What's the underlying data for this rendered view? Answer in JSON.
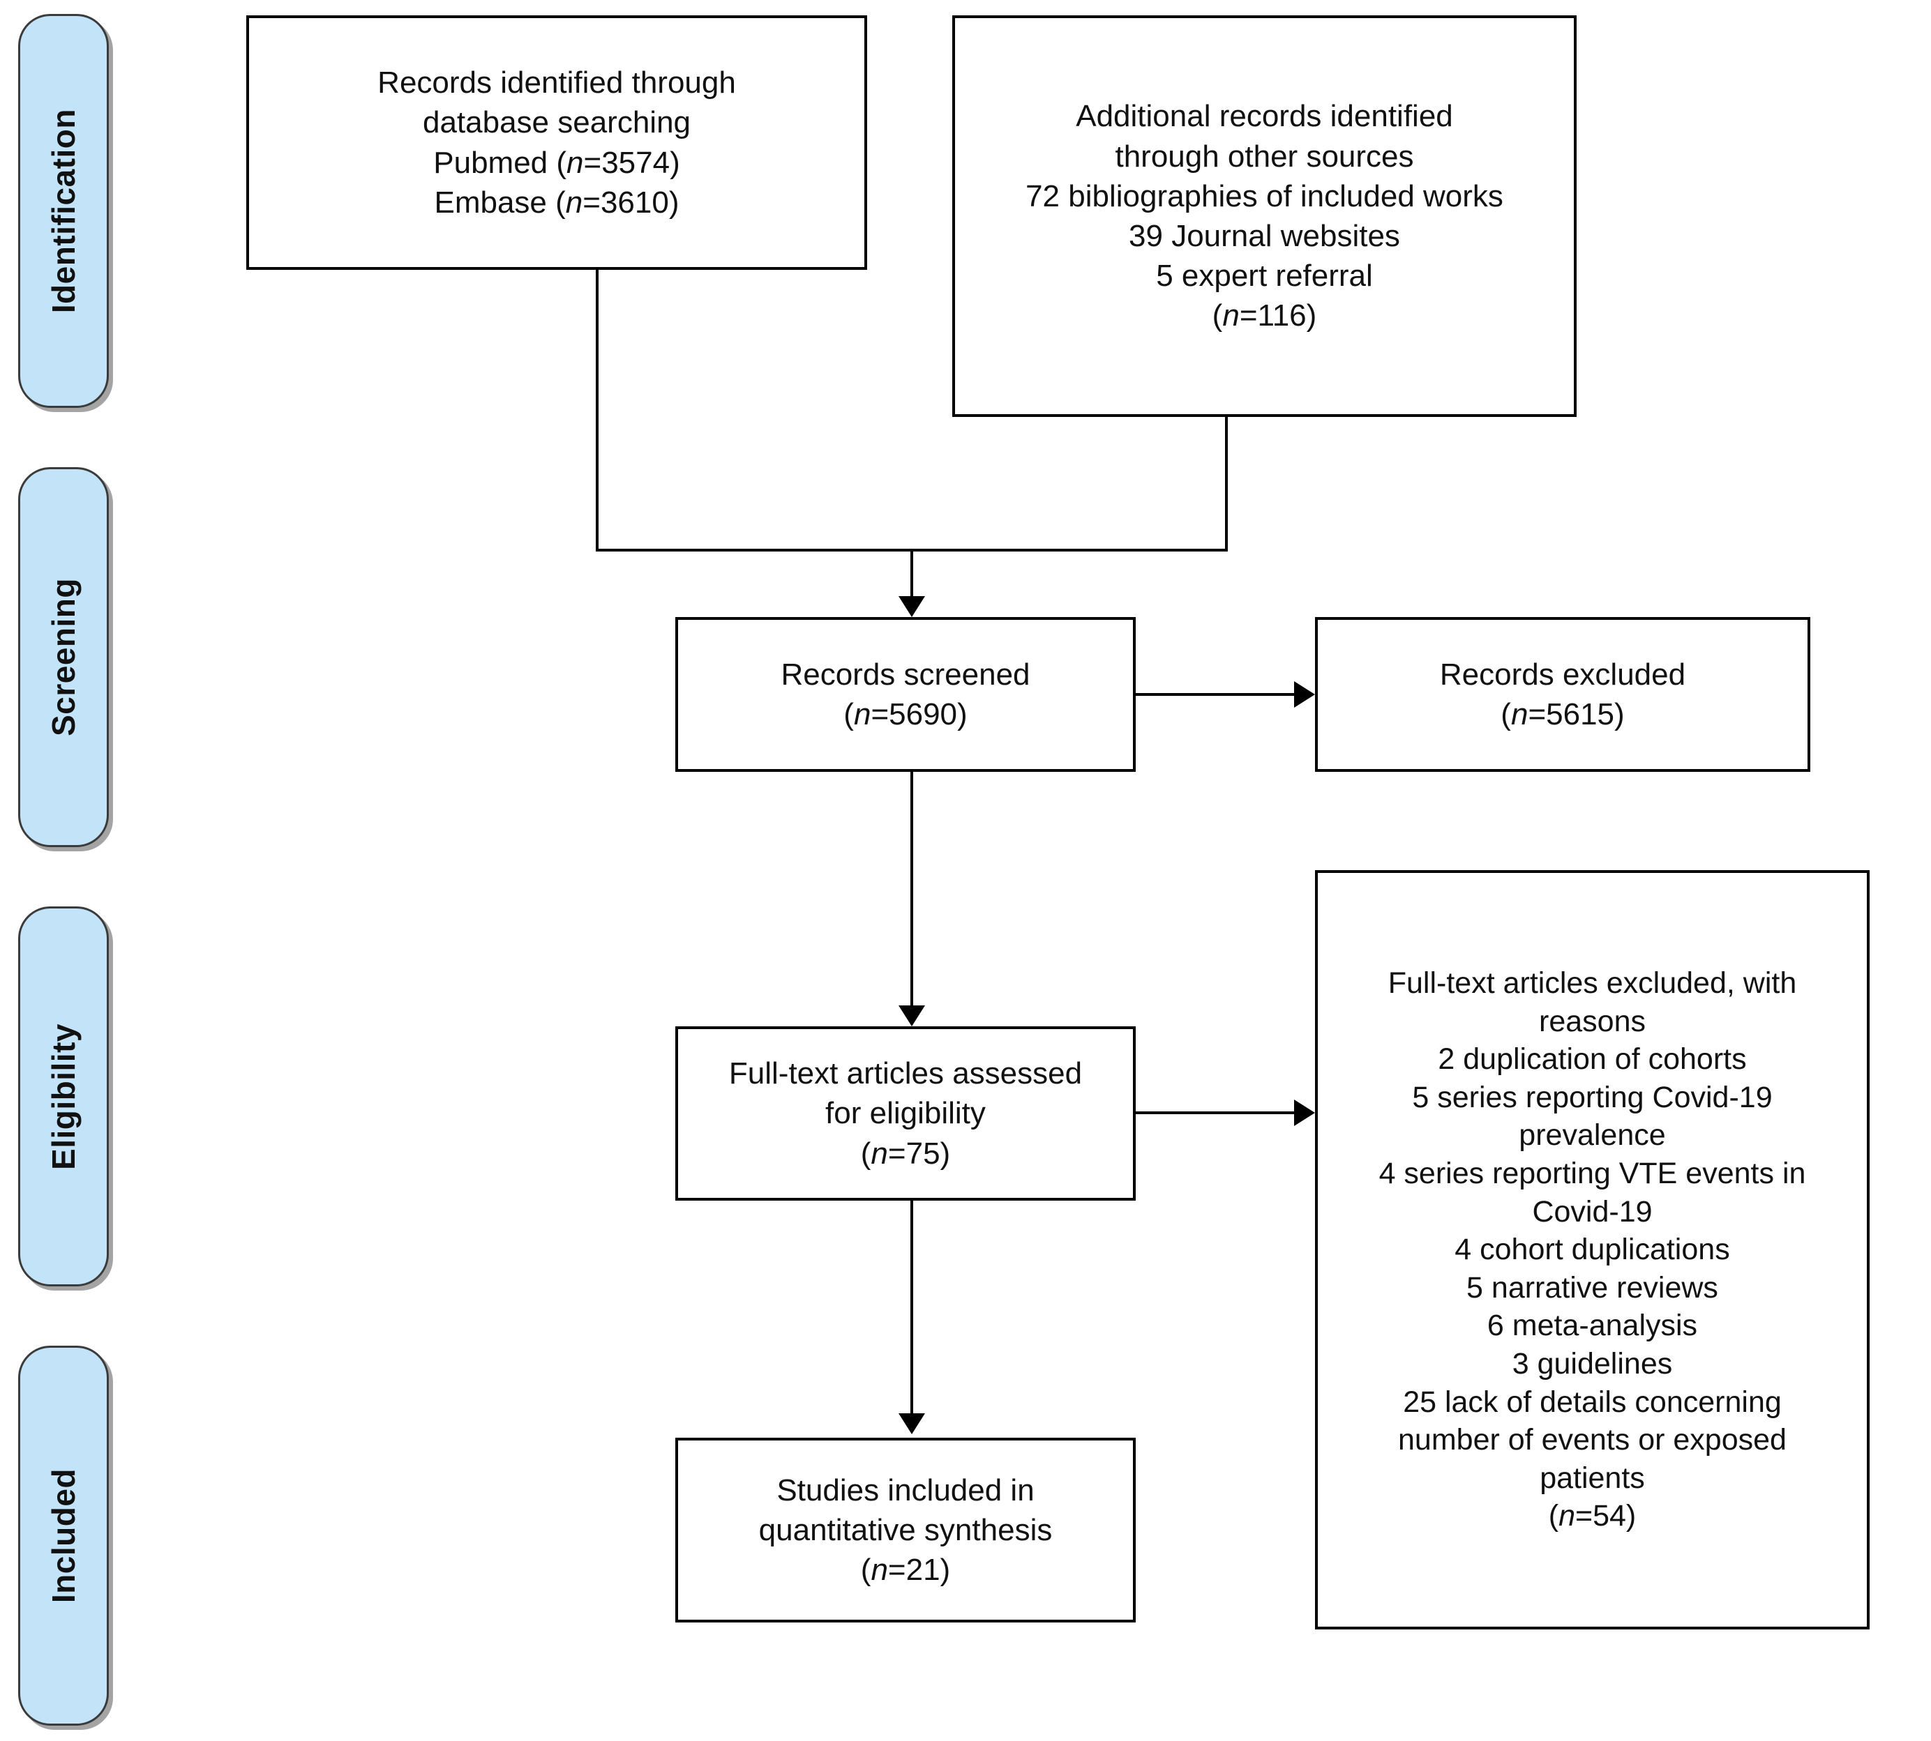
{
  "diagram": {
    "type": "prisma-flow-diagram",
    "title": "PRISMA flow diagram",
    "accent_color": "#c3e4f8",
    "line_color": "#000000",
    "text_color": "#111111",
    "background_color": "#ffffff"
  },
  "stages": [
    {
      "id": "identification",
      "label": "Identification"
    },
    {
      "id": "screening",
      "label": "Screening"
    },
    {
      "id": "eligibility",
      "label": "Eligibility"
    },
    {
      "id": "included",
      "label": "Included"
    }
  ],
  "boxes": {
    "database_search": {
      "id": "records-identified-database",
      "lines": [
        "Records identified through",
        "database searching",
        "Pubmed (n=3574)",
        "Embase (n=3610)"
      ],
      "text": "Records identified through\ndatabase searching\nPubmed (n=3574)\nEmbase (n=3610)",
      "counts": {
        "pubmed": 3574,
        "embase": 3610
      }
    },
    "other_sources": {
      "id": "additional-records-other-sources",
      "lines": [
        "Additional records identified",
        "through other sources",
        "72 bibliographies of included works",
        "39 Journal websites",
        "5 expert referral",
        "(n=116)"
      ],
      "text": "Additional records identified\nthrough other sources\n72 bibliographies of included works\n39 Journal websites\n5 expert referral\n(n=116)",
      "counts": {
        "bibliographies_of_included_works": 72,
        "journal_websites": 39,
        "expert_referral": 5,
        "total": 116
      }
    },
    "records_screened": {
      "id": "records-screened",
      "lines": [
        "Records screened",
        "(n=5690)"
      ],
      "text": "Records screened\n(n=5690)",
      "count": 5690
    },
    "records_excluded": {
      "id": "records-excluded",
      "lines": [
        "Records excluded",
        "(n=5615)"
      ],
      "text": "Records excluded\n(n=5615)",
      "count": 5615
    },
    "fulltext_assessed": {
      "id": "full-text-articles-assessed",
      "lines": [
        "Full-text articles assessed",
        "for eligibility",
        "(n=75)"
      ],
      "text": "Full-text articles assessed\nfor eligibility\n(n=75)",
      "count": 75
    },
    "fulltext_excluded": {
      "id": "full-text-articles-excluded",
      "lines": [
        "Full-text articles excluded, with",
        "reasons",
        "2 duplication of cohorts",
        "5 series reporting Covid-19",
        "prevalence",
        "4 series reporting VTE events in",
        "Covid-19",
        "4 cohort duplications",
        "5 narrative reviews",
        "6 meta-analysis",
        "3 guidelines",
        "25 lack of details concerning",
        "number of events or exposed",
        "patients",
        "(n=54)"
      ],
      "text": "Full-text articles excluded, with\nreasons\n2 duplication of cohorts\n5 series reporting Covid-19\nprevalence\n4 series reporting VTE events in\nCovid-19\n4 cohort duplications\n5 narrative reviews\n6 meta-analysis\n3 guidelines\n25 lack of details concerning\nnumber of events or exposed\npatients\n(n=54)",
      "reasons": [
        {
          "label": "duplication of cohorts",
          "count": 2
        },
        {
          "label": "series reporting Covid-19 prevalence",
          "count": 5
        },
        {
          "label": "series reporting VTE events in Covid-19",
          "count": 4
        },
        {
          "label": "cohort duplications",
          "count": 4
        },
        {
          "label": "narrative reviews",
          "count": 5
        },
        {
          "label": "meta-analysis",
          "count": 6
        },
        {
          "label": "guidelines",
          "count": 3
        },
        {
          "label": "lack of details concerning number of events or exposed patients",
          "count": 25
        }
      ],
      "count": 54
    },
    "studies_included": {
      "id": "studies-included-quantitative-synthesis",
      "lines": [
        "Studies included in",
        "quantitative synthesis",
        "(n=21)"
      ],
      "text": "Studies included in\nquantitative synthesis\n(n=21)",
      "count": 21
    }
  }
}
